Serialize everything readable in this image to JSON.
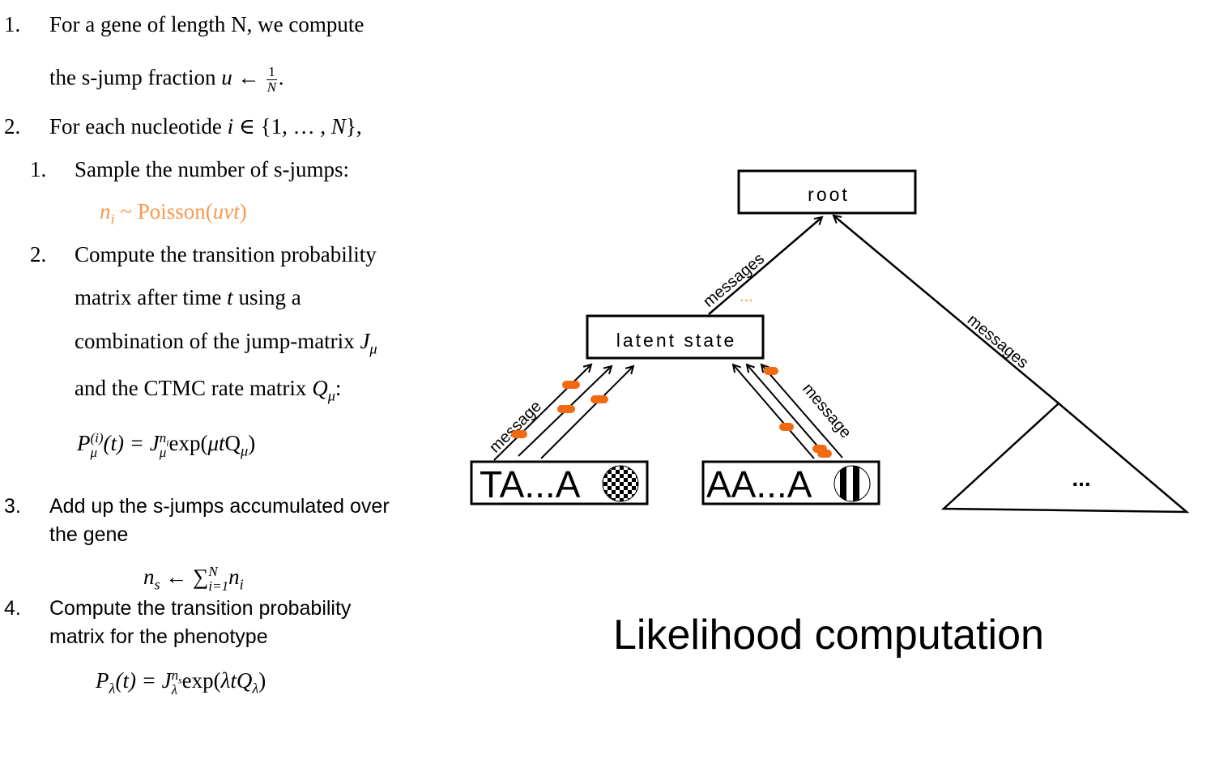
{
  "steps": {
    "s1": {
      "num": "1.",
      "line1": "For a gene of length N, we compute",
      "line2": "the s-jump fraction",
      "var": "u",
      "arrow": "←",
      "frac_num": "1",
      "frac_den": "N",
      "end": "."
    },
    "s2": {
      "num": "2.",
      "text": "For each nucleotide",
      "var": "i",
      "set": "∈ {1, … ,",
      "set_n": "N",
      "set_end": "},",
      "sub1": {
        "num": "1.",
        "text": "Sample the number of s-jumps:",
        "formula_n": "n",
        "formula_i": "i",
        "formula_rest": "~ Poisson(",
        "formula_uvt": "uvt",
        "formula_close": ")"
      },
      "sub2": {
        "num": "2.",
        "line1": "Compute the transition probability",
        "line2a": "matrix after time",
        "line2t": "t",
        "line2b": "using a",
        "line3": "combination of the jump-matrix",
        "line3_J": "J",
        "line3_mu": "μ",
        "line4": "and the CTMC rate matrix",
        "line4_Q": "Q",
        "line4_mu": "μ",
        "line4_end": ":",
        "formula": {
          "P": "P",
          "sup": "(i)",
          "sub": "μ",
          "t": "(t) =",
          "J": "J",
          "Jsub": "μ",
          "Jsup_n": "n",
          "Jsup_i": "i",
          "exp": "exp(",
          "mut": "μt",
          "Q": "Q",
          "Qsub": "μ",
          "close": ")"
        }
      }
    },
    "s3": {
      "num": "3.",
      "line1": "Add up the s-jumps accumulated over",
      "line2": "the gene",
      "formula": {
        "n": "n",
        "nsub": "s",
        "arrow": "←",
        "sum": "∑",
        "sum_lo": "i=1",
        "sum_hi": "N",
        "ni": "n",
        "ni_sub": "i"
      }
    },
    "s4": {
      "num": "4.",
      "line1": "Compute the transition probability",
      "line2": "matrix for the phenotype",
      "formula": {
        "P": "P",
        "Psub": "λ",
        "t": "(t) =",
        "J": "J",
        "Jsub": "λ",
        "Jsup_n": "n",
        "Jsup_s": "s",
        "exp": "exp(",
        "lt": "λtQ",
        "Qsub": "λ",
        "close": ")"
      }
    }
  },
  "diagram": {
    "root": "root",
    "latent": "latent state",
    "leaf1_seq": "TA...A",
    "leaf2_seq": "AA...A",
    "messages_left": "messages",
    "messages_right": "messages",
    "message_left": "message",
    "message_right": "message",
    "ellipsis_orange": "...",
    "ellipsis_subtree": "...",
    "leaf1_icon": "checkered-circle-icon",
    "leaf2_icon": "striped-circle-icon",
    "message_color": "#f26a10",
    "accent_color": "#f59a4e"
  },
  "title": "Likelihood computation"
}
